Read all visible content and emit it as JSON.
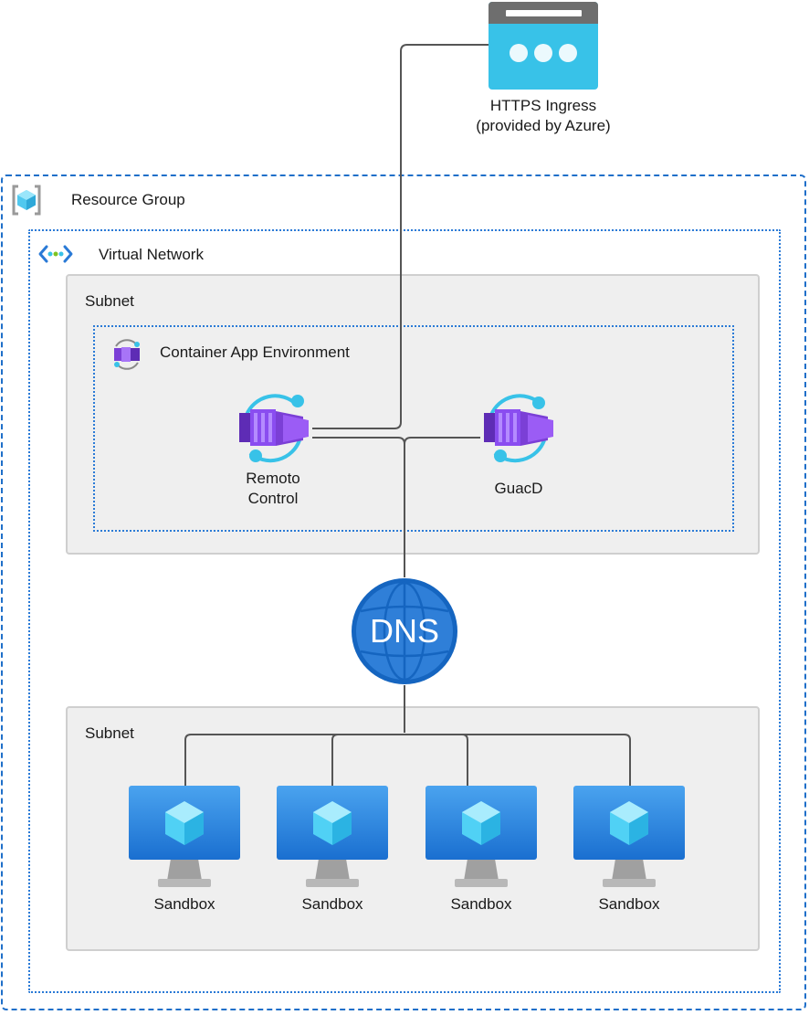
{
  "ingress": {
    "line1": "HTTPS Ingress",
    "line2": "(provided by Azure)",
    "icon": "browser-window-icon"
  },
  "resource_group": {
    "label": "Resource Group",
    "icon": "resource-group-icon"
  },
  "virtual_network": {
    "label": "Virtual Network",
    "icon": "virtual-network-icon"
  },
  "subnet_top": {
    "label": "Subnet"
  },
  "container_app_environment": {
    "label": "Container App Environment",
    "icon": "container-app-environment-icon"
  },
  "apps": [
    {
      "line1": "Remoto",
      "line2": "Control",
      "icon": "container-app-icon"
    },
    {
      "line1": "GuacD",
      "icon": "container-app-icon"
    }
  ],
  "dns": {
    "label": "DNS",
    "icon": "dns-globe-icon"
  },
  "subnet_bottom": {
    "label": "Subnet"
  },
  "sandboxes": [
    {
      "label": "Sandbox",
      "icon": "virtual-machine-icon"
    },
    {
      "label": "Sandbox",
      "icon": "virtual-machine-icon"
    },
    {
      "label": "Sandbox",
      "icon": "virtual-machine-icon"
    },
    {
      "label": "Sandbox",
      "icon": "virtual-machine-icon"
    }
  ],
  "colors": {
    "azure_blue": "#1f6fc9",
    "connector": "#555555",
    "subnet_fill": "#efefef",
    "container_purple": "#8a3ffc"
  }
}
